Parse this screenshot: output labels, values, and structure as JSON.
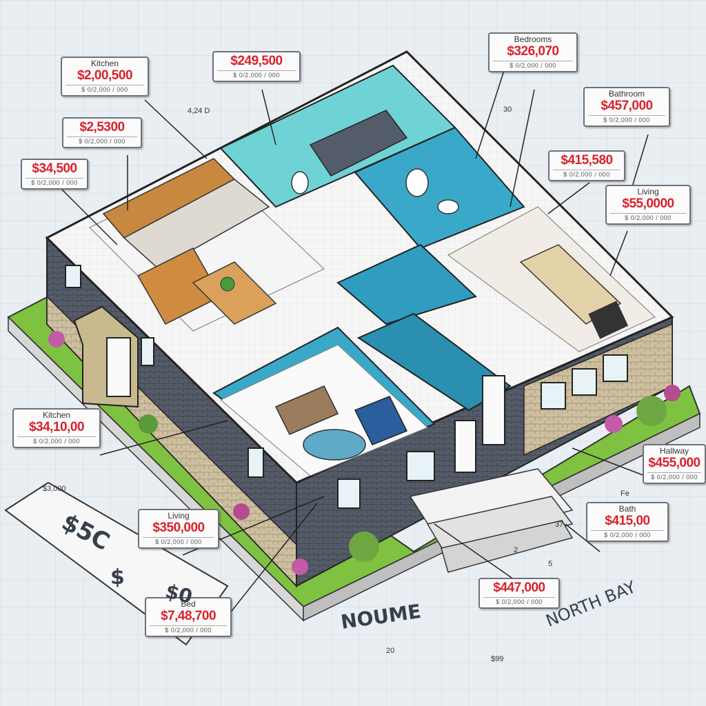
{
  "tags": {
    "kitchen": {
      "label": "Kitchen",
      "price": "$2,00,500",
      "sub": "$ 0/2,000 / 000"
    },
    "top": {
      "label": "",
      "price": "$249,500",
      "sub": "$ 0/2,000 / 000"
    },
    "bedrooms": {
      "label": "Bedrooms",
      "price": "$326,070",
      "sub": "$ 0/2,000 / 000"
    },
    "bathroom": {
      "label": "Bathroom",
      "price": "$457,000",
      "sub": "$ 0/2,000 / 000"
    },
    "left2": {
      "label": "",
      "price": "$2,5300",
      "sub": "$ 0/2,000 / 000"
    },
    "left3": {
      "label": "",
      "price": "$34,500",
      "sub": "$ 0/2,000 / 000"
    },
    "mid": {
      "label": "",
      "price": "$415,580",
      "sub": "$ 0/2,000 / 000"
    },
    "living_r": {
      "label": "Living",
      "price": "$55,0000",
      "sub": "$ 0/2,000 / 000"
    },
    "kitchen_l": {
      "label": "Kitchen",
      "price": "$34,10,00",
      "sub": "$ 0/2,000 / 000"
    },
    "hallway": {
      "label": "Hallway",
      "price": "$455,000",
      "sub": "$ 0/2,000 / 000"
    },
    "living_b": {
      "label": "Living",
      "price": "$350,000",
      "sub": "$ 0/2,000 / 000"
    },
    "bath_b": {
      "label": "Bath",
      "price": "$415,00",
      "sub": "$ 0/2,000 / 000"
    },
    "bottom": {
      "label": "",
      "price": "$447,000",
      "sub": "$ 0/2,000 / 000"
    },
    "bed_b": {
      "label": "Bed",
      "price": "$7,48,700",
      "sub": "$ 0/2,000 / 000"
    }
  },
  "notes": {
    "dim_top": "4,24 D",
    "dim_30": "30",
    "card_price": "$3,000",
    "card_big": "$5C",
    "card_sub": "$",
    "card_50": "$0",
    "dim_fe": "Fe",
    "dim_37": "37",
    "dim_2": "2",
    "dim_5": "5",
    "dim_20": "20",
    "dim_99": "$99"
  },
  "labels": {
    "noume": "NOUME",
    "north_bay": "NORTH BAY"
  },
  "colors": {
    "price": "#d8222b",
    "grass": "#7fc241",
    "wall_teal": "#3aa9c9",
    "floor": "#f3f3f3",
    "brick": "#4f5561"
  }
}
